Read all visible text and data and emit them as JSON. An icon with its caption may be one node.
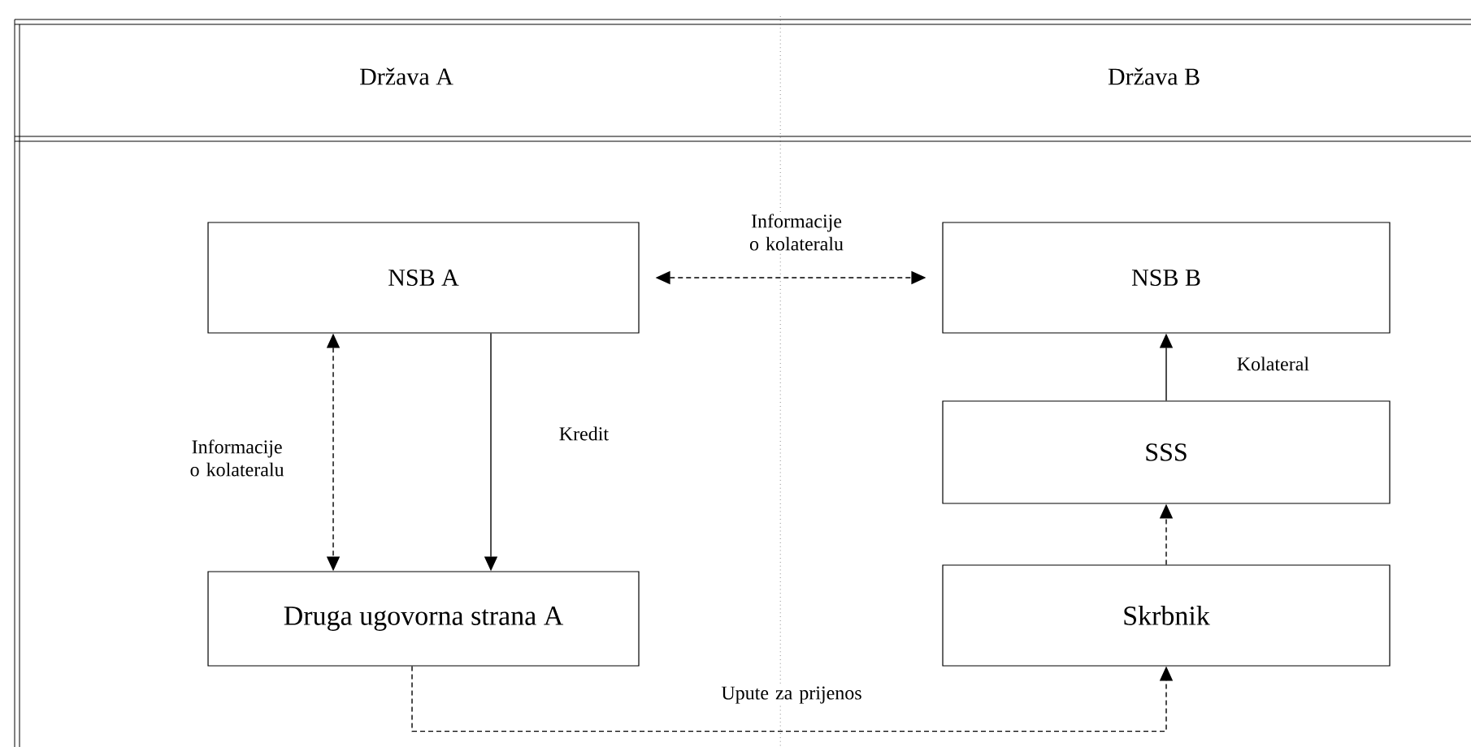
{
  "diagram": {
    "nodes": [
      {
        "text": [
          "NSB A"
        ]
      },
      {
        "text": [
          "NSB B"
        ]
      },
      {
        "text": [
          "SSS"
        ]
      },
      {
        "text": [
          "Druga ugovorna strana A"
        ]
      },
      {
        "text": [
          "Skrbnik"
        ]
      }
    ],
    "edges": [
      {
        "from": 0,
        "to": 1,
        "arrow": "both",
        "style": "dashed",
        "label": "Informacije o kolateralu"
      },
      {
        "from": 0,
        "to": 3,
        "arrow": "both",
        "style": "dashed",
        "label": "Informacije o kolateralu"
      },
      {
        "from": 0,
        "to": 3,
        "arrow": "to",
        "label": "Kredit"
      },
      {
        "from": 2,
        "to": 1,
        "arrow": "to",
        "label": "Kolateral"
      },
      {
        "from": 4,
        "to": 2,
        "arrow": "to",
        "style": "dashed"
      },
      {
        "from": 3,
        "to": 4,
        "arrow": "to",
        "style": "dashed",
        "label": "Upute za prijenos"
      }
    ],
    "labels": [
      "Država A",
      "Država B"
    ]
  }
}
